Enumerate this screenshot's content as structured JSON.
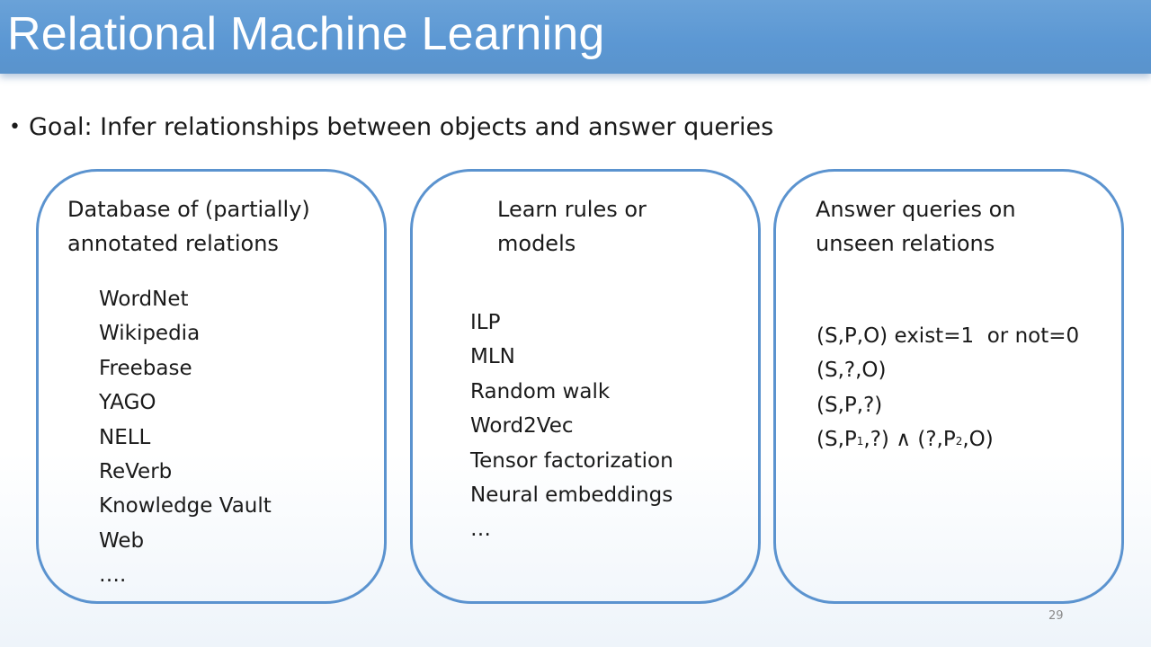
{
  "slide": {
    "title": "Relational Machine Learning",
    "bullet": "Goal: Infer relationships between objects and answer queries",
    "page_number": "29"
  },
  "panels": [
    {
      "title_lines": [
        "Database of (partially)",
        "annotated relations"
      ],
      "items": [
        "WordNet",
        "Wikipedia",
        "Freebase",
        "YAGO",
        "NELL",
        "ReVerb",
        "Knowledge Vault",
        "Web",
        "…."
      ]
    },
    {
      "title_lines": [
        "Learn rules or",
        "models"
      ],
      "items": [
        "ILP",
        "MLN",
        "Random walk",
        "Word2Vec",
        "Tensor factorization",
        "Neural embeddings",
        "…"
      ]
    },
    {
      "title_lines": [
        "Answer queries on",
        "unseen relations"
      ],
      "items": [
        "(S,P,O) exist=1  or not=0",
        "(S,?,O)",
        "(S,P,?)"
      ],
      "last_item": {
        "part1": "(S,P",
        "sub1": "1",
        "part2": ",?) ∧ (?,P",
        "sub2": "2",
        "part3": ",O)"
      }
    }
  ],
  "colors": {
    "title_bar": "#5b97d3",
    "panel_border": "#5b93cf",
    "text": "#1a1a1a"
  }
}
